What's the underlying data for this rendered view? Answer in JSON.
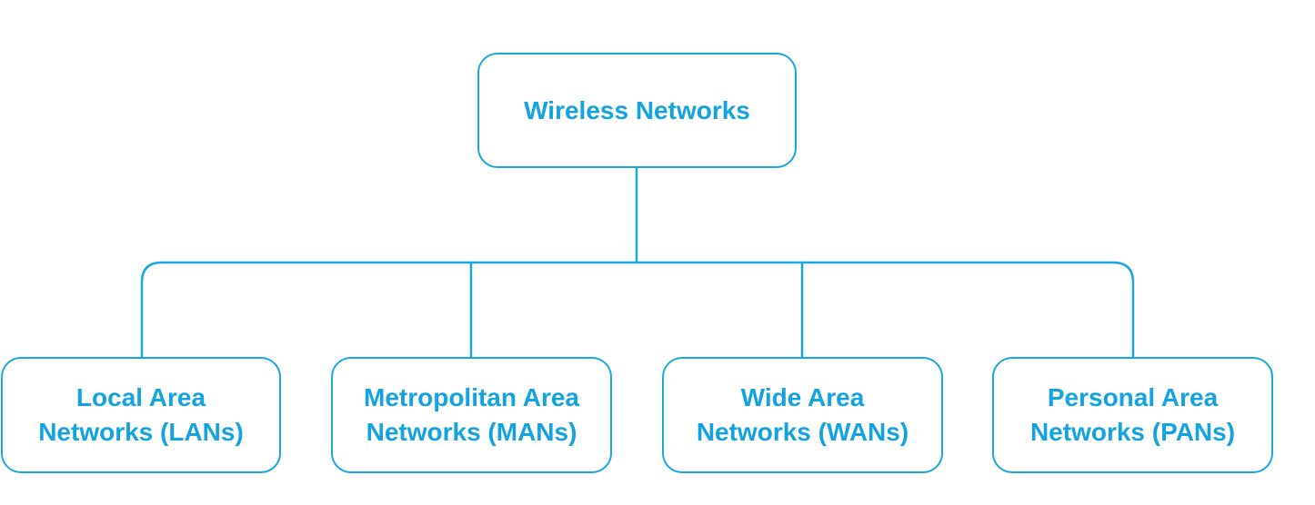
{
  "colors": {
    "stroke": "#1aa7e1",
    "text": "#13a3e0",
    "background": "#ffffff"
  },
  "diagram": {
    "root": {
      "label": "Wireless Networks"
    },
    "children": [
      {
        "line1": "Local Area",
        "line2": "Networks (LANs)"
      },
      {
        "line1": "Metropolitan Area",
        "line2": "Networks (MANs)"
      },
      {
        "line1": "Wide Area",
        "line2": "Networks (WANs)"
      },
      {
        "line1": "Personal Area",
        "line2": "Networks (PANs)"
      }
    ]
  }
}
